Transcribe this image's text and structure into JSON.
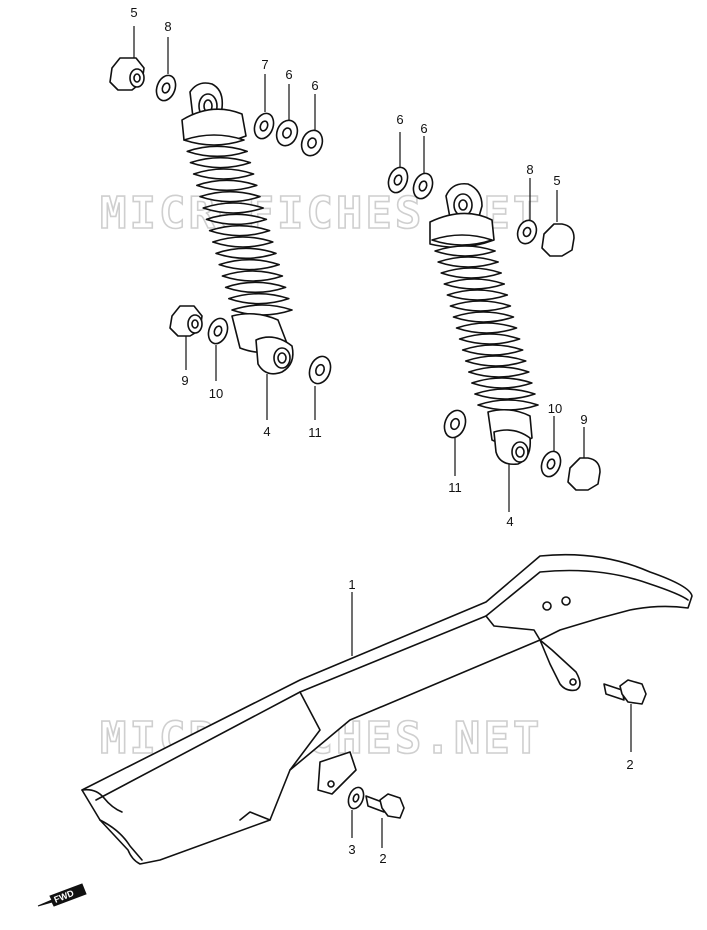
{
  "watermark": "MICROFICHES.NET",
  "fwd_label": "FWD",
  "callouts": {
    "left_shock": {
      "nut_top": "5",
      "washer_top": "8",
      "collar_7": "7",
      "washer_6a": "6",
      "washer_6b": "6",
      "nut_bottom": "9",
      "washer_bottom": "10",
      "absorber": "4",
      "washer_11": "11"
    },
    "right_shock": {
      "washer_6a": "6",
      "washer_6b": "6",
      "washer_top": "8",
      "nut_top": "5",
      "washer_10": "10",
      "nut_bottom": "9",
      "washer_11": "11",
      "absorber": "4"
    },
    "chain_case": {
      "case": "1",
      "bolt_rear": "2",
      "washer": "3",
      "bolt_front": "2"
    }
  }
}
